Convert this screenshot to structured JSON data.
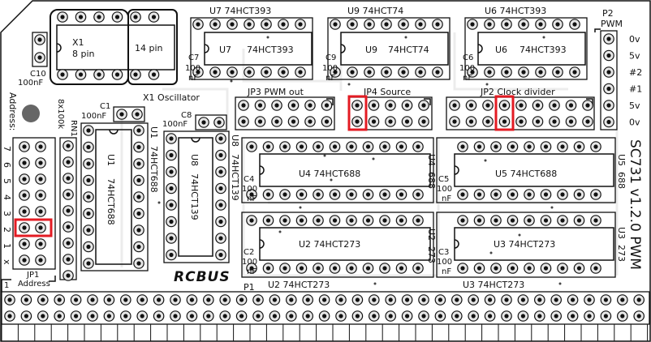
{
  "labels": {
    "x1_box": "X1",
    "x1_pins": "8 pin",
    "x1_alt": "14 pin",
    "x1_osc": "X1 Oscillator",
    "c10": "C10",
    "c10_val": "100nF",
    "c1": "C1",
    "c1_val": "100nF",
    "c8": "C8",
    "c8_val": "100nF",
    "u7_top": "U7   74HCT393",
    "u7_body_ref": "U7",
    "u7_body_part": "74HCT393",
    "c7": "C7",
    "c7_v1": "100",
    "c7_v2": "nF",
    "u9_top": "U9   74HCT74",
    "u9_body_ref": "U9",
    "u9_body_part": "74HCT74",
    "c9": "C9",
    "c9_v1": "100",
    "c9_v2": "nF",
    "u6_top": "U6   74HCT393",
    "u6_body_ref": "U6",
    "u6_body_part": "74HCT393",
    "c6": "C6",
    "c6_v1": "100",
    "c6_v2": "nF",
    "p2": "P2",
    "pwm": "PWM",
    "p2_pins": [
      "0v",
      "5v",
      "#2",
      "#1",
      "5v",
      "0v"
    ],
    "jp3": "JP3   PWM out",
    "jp4": "JP4  Source",
    "jp2": "JP2  Clock divider",
    "address_side": "Address:",
    "address_nums": [
      "7",
      "6",
      "5",
      "4",
      "3",
      "2",
      "1",
      "x"
    ],
    "rn1": "RN1",
    "rn1_val": "8x100k",
    "u1_side": "U1",
    "u1_side_part": "74HCT688",
    "u1_body_ref": "U1",
    "u1_body_part": "74HCT688",
    "u8_side": "U8",
    "u8_side_part": "74HCT139",
    "u8_body_ref": "U8",
    "u8_body_part": "74HCT139",
    "u4_body": "U4   74HCT688",
    "u4_side": "U4",
    "u4_side_part": "688",
    "c4": "C4",
    "c4_v1": "100",
    "c4_v2": "nF",
    "u5_body": "U5   74HCT688",
    "u5_side": "U5",
    "u5_side_part": "688",
    "c5": "C5",
    "c5_v1": "100",
    "c5_v2": "nF",
    "u2_body": "U2   74HCT273",
    "u2_side": "U2",
    "u2_side_part": "273",
    "c2": "C2",
    "c2_v1": "100",
    "c2_v2": "nF",
    "u3_body": "U3   74HCT273",
    "u3_side": "U3",
    "u3_side_part": "273",
    "c3": "C3",
    "c3_v1": "100",
    "c3_v2": "nF",
    "u2_bottom": "U2   74HCT273",
    "u3_bottom": "U3   74HCT273",
    "p1": "P1",
    "jp1": "JP1",
    "jp1_address": "Address",
    "rcbus": "RCBUS",
    "board_name": "SC731 v1.2.0 PWM",
    "pin1": "1"
  },
  "colors": {
    "outline": "#111111",
    "highlight": "#e31b23",
    "pad_fill": "#e6e6e6",
    "mount_hole": "#666666",
    "trace": "#ececec"
  }
}
